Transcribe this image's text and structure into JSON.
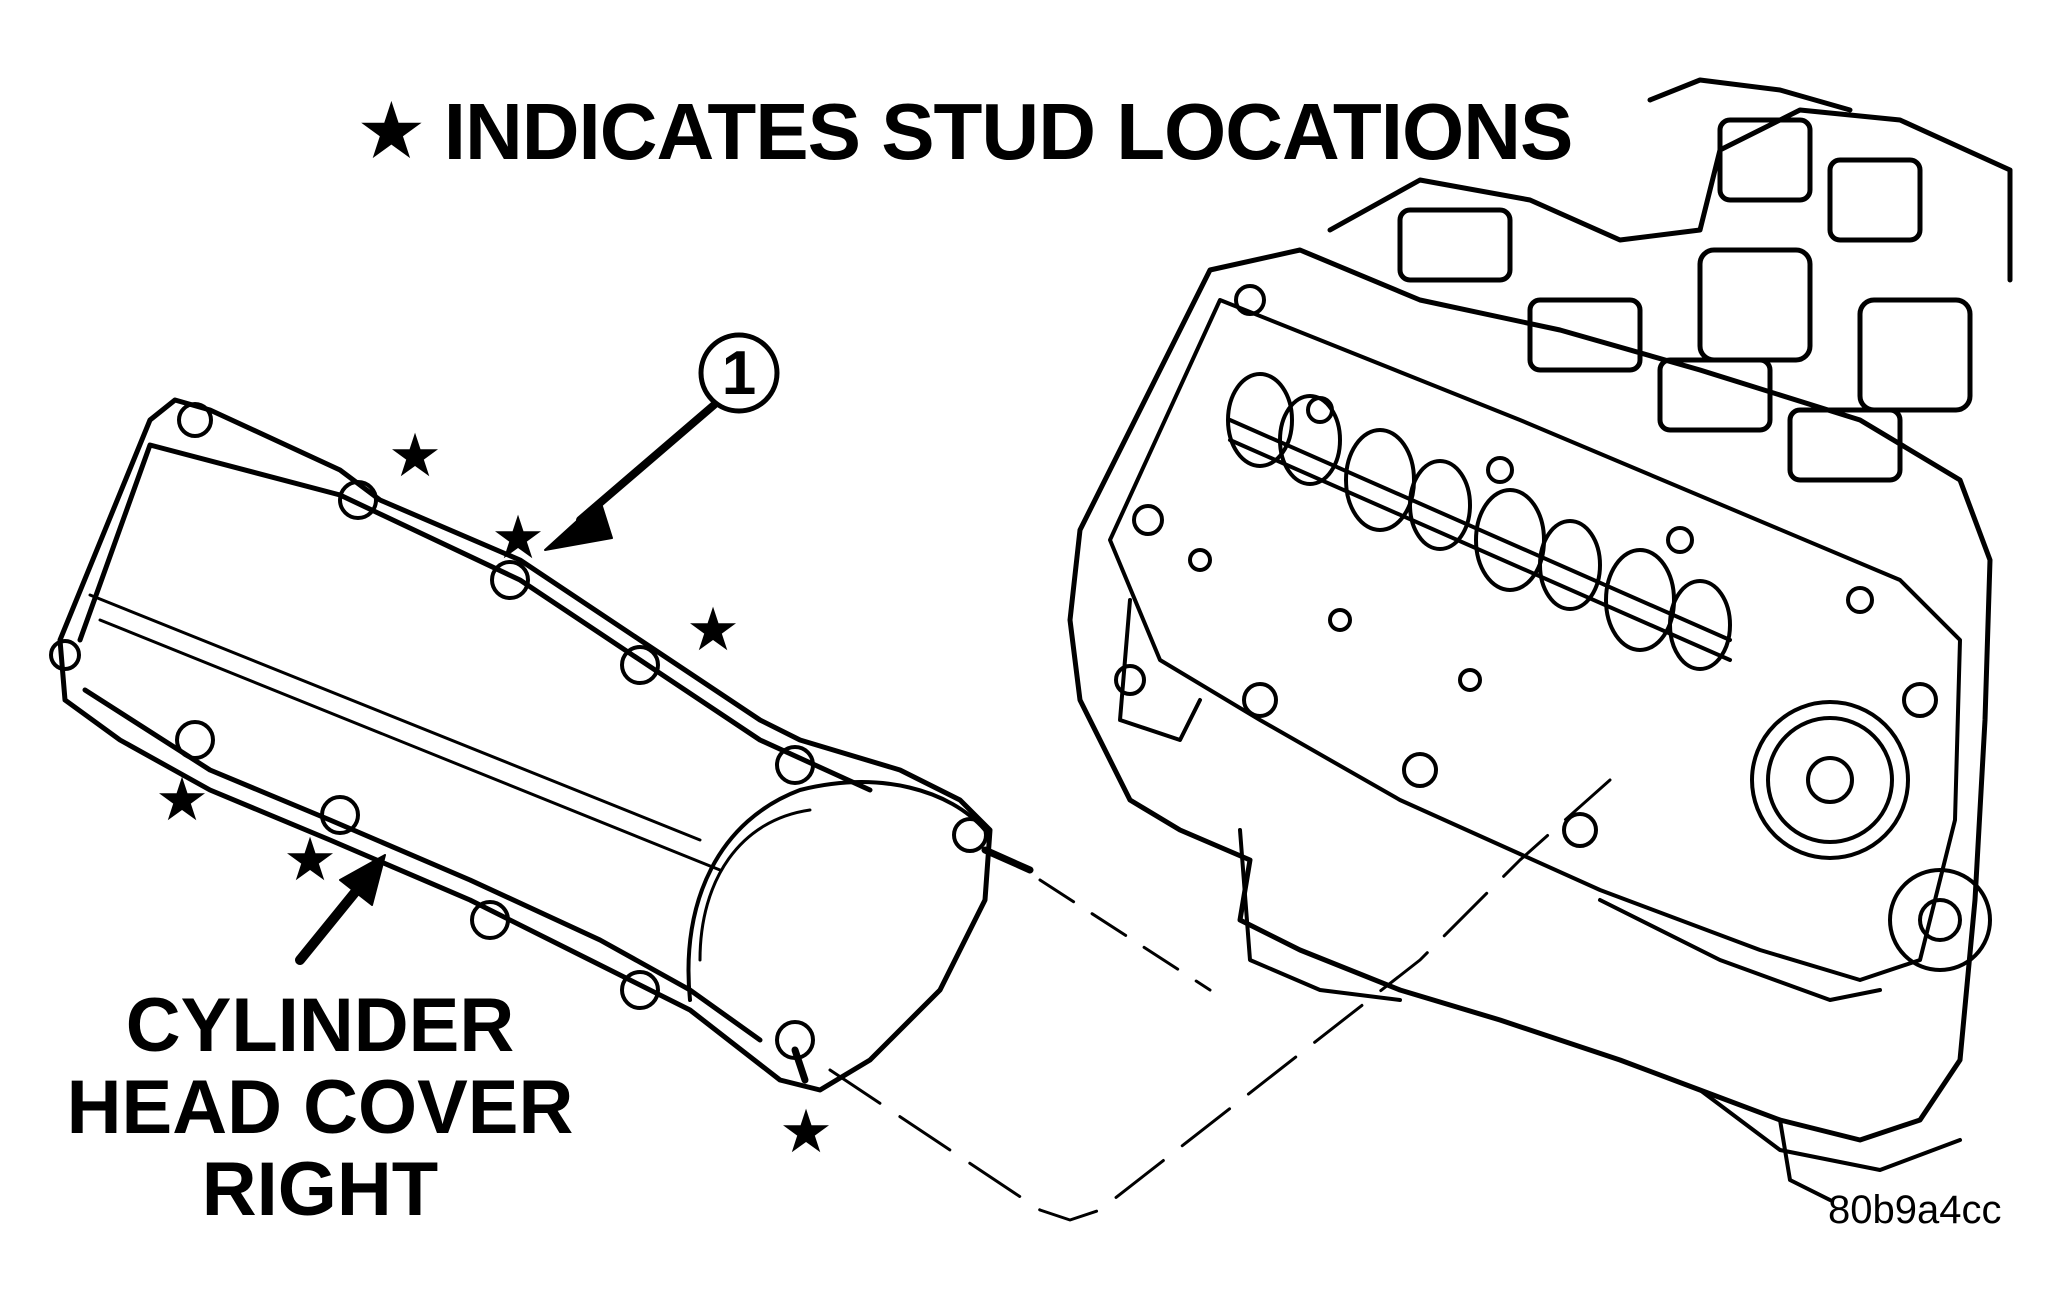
{
  "legend": {
    "star_glyph": "★",
    "text": "INDICATES STUD LOCATIONS"
  },
  "callout": {
    "number": "1"
  },
  "part_label": {
    "line1": "CYLINDER",
    "line2": "HEAD COVER",
    "line3": "RIGHT"
  },
  "figure_code": "80b9a4cc"
}
